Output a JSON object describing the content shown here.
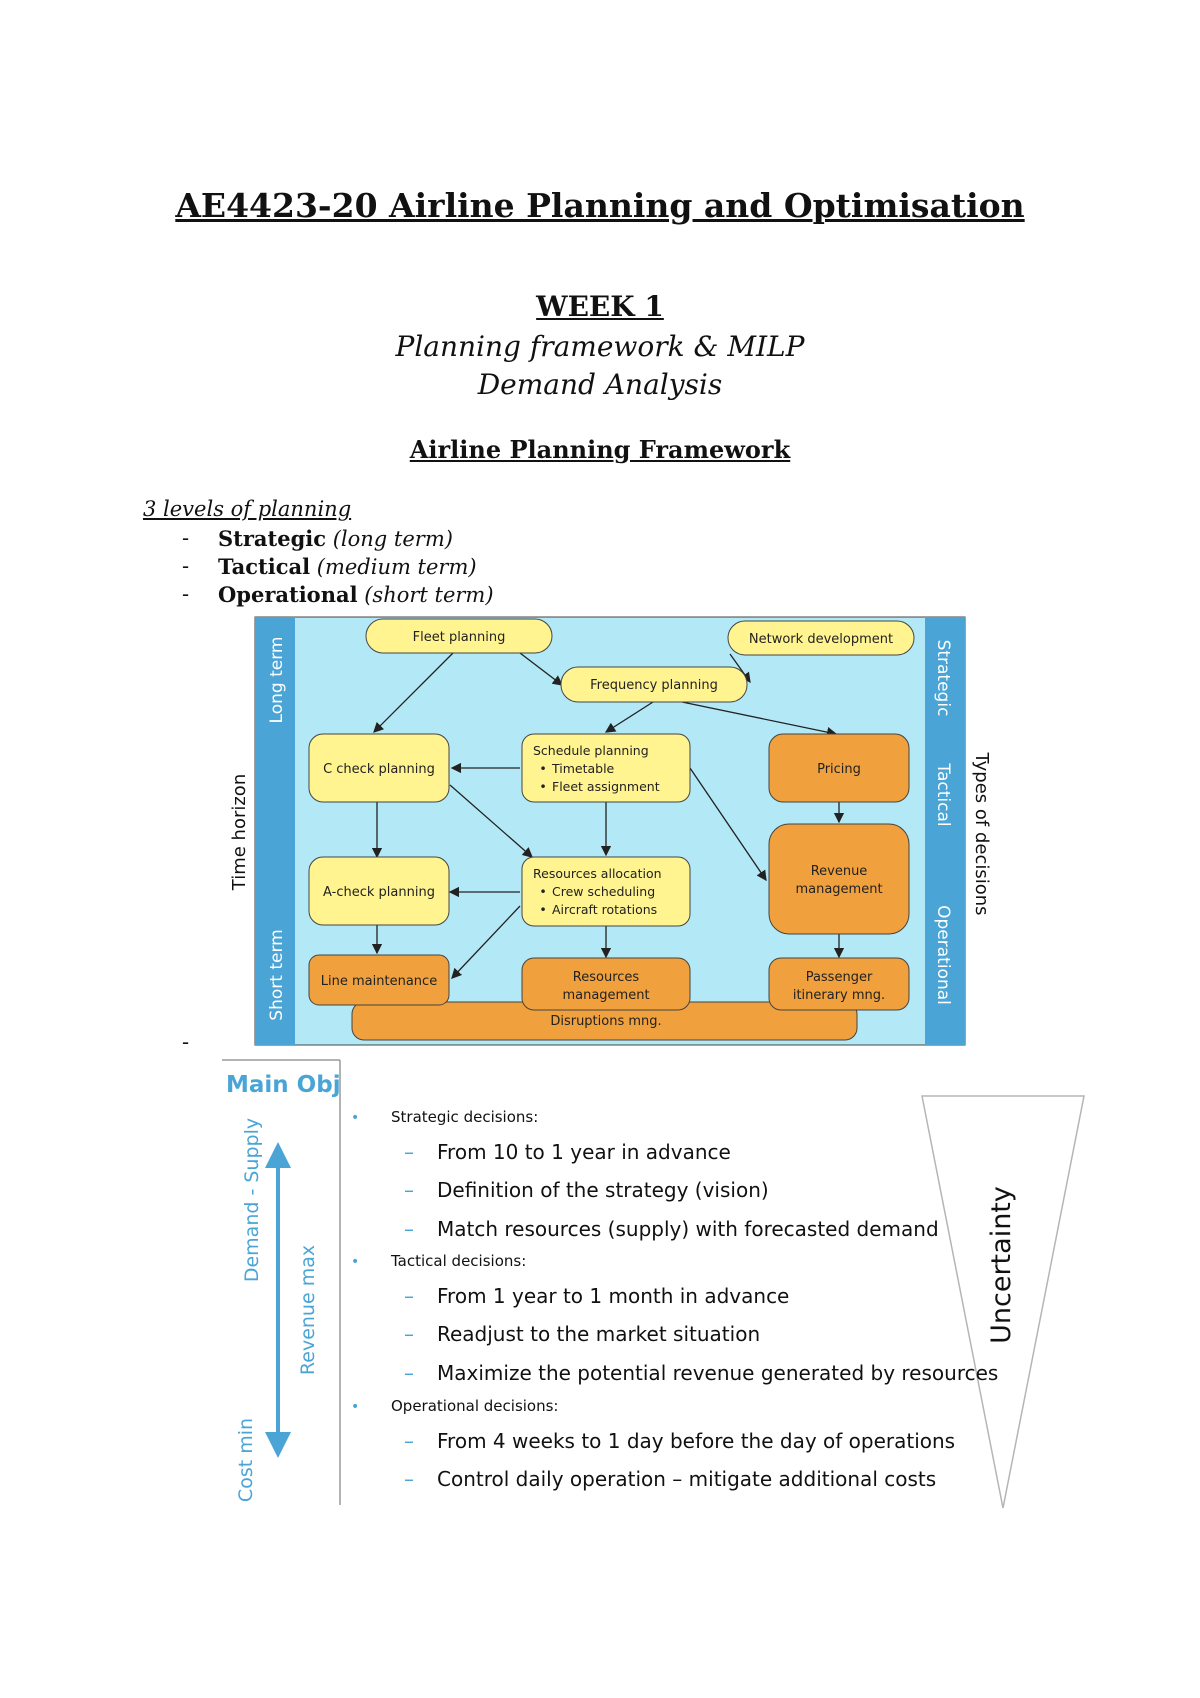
{
  "title": "AE4423-20 Airline Planning and Optimisation",
  "week": {
    "heading": "WEEK 1",
    "subtitles": [
      "Planning framework & MILP",
      "Demand Analysis"
    ]
  },
  "section_heading": "Airline Planning Framework",
  "levels": {
    "heading": "3 levels of planning",
    "items": [
      {
        "bullet": "-",
        "name": "Strategic",
        "term": "(long term)"
      },
      {
        "bullet": "-",
        "name": "Tactical",
        "term": "(medium term)"
      },
      {
        "bullet": "-",
        "name": "Operational",
        "term": "(short term)"
      }
    ],
    "stray_bullet": "-"
  },
  "diagram": {
    "left_axis": {
      "title": "Time horizon",
      "top": "Long term",
      "bottom": "Short term"
    },
    "right_axis": {
      "title": "Types of decisions",
      "labels": [
        "Strategic",
        "Tactical",
        "Operational"
      ]
    },
    "boxes": {
      "fleet_planning": "Fleet planning",
      "network_development": "Network development",
      "frequency_planning": "Frequency planning",
      "c_check_planning": "C check planning",
      "schedule_planning": {
        "title": "Schedule planning",
        "bullets": [
          "Timetable",
          "Fleet assignment"
        ]
      },
      "pricing": "Pricing",
      "a_check_planning": "A-check planning",
      "resources_allocation": {
        "title": "Resources allocation",
        "bullets": [
          "Crew scheduling",
          "Aircraft rotations"
        ]
      },
      "revenue_management": [
        "Revenue",
        "management"
      ],
      "line_maintenance": "Line maintenance",
      "resources_management": [
        "Resources",
        "management"
      ],
      "passenger_itinerary": [
        "Passenger",
        "itinerary mng."
      ],
      "disruptions": "Disruptions mng."
    },
    "colors": {
      "panel": "#b3e9f6",
      "band": "#4aa5d6",
      "yellow": "#fff48f",
      "orange": "#f0a03c"
    }
  },
  "objectives": {
    "main_obj": "Main Obj",
    "arrow_labels": {
      "top": "Demand - Supply",
      "middle": "Revenue max",
      "bottom": "Cost min"
    },
    "uncertainty": "Uncertainty",
    "groups": [
      {
        "heading": "Strategic decisions:",
        "items": [
          "From 10 to 1 year in advance",
          "Definition of the strategy (vision)",
          "Match resources (supply) with forecasted demand"
        ]
      },
      {
        "heading": "Tactical decisions:",
        "items": [
          "From 1 year to 1 month in advance",
          "Readjust to the market situation",
          "Maximize the potential revenue generated by resources"
        ]
      },
      {
        "heading": "Operational decisions:",
        "items": [
          "From 4 weeks to 1 day before the day of operations",
          "Control daily operation – mitigate additional costs"
        ]
      }
    ],
    "bullet": "•",
    "dash": "–",
    "colors": {
      "accent": "#4aa5d6",
      "text": "#111111"
    }
  }
}
